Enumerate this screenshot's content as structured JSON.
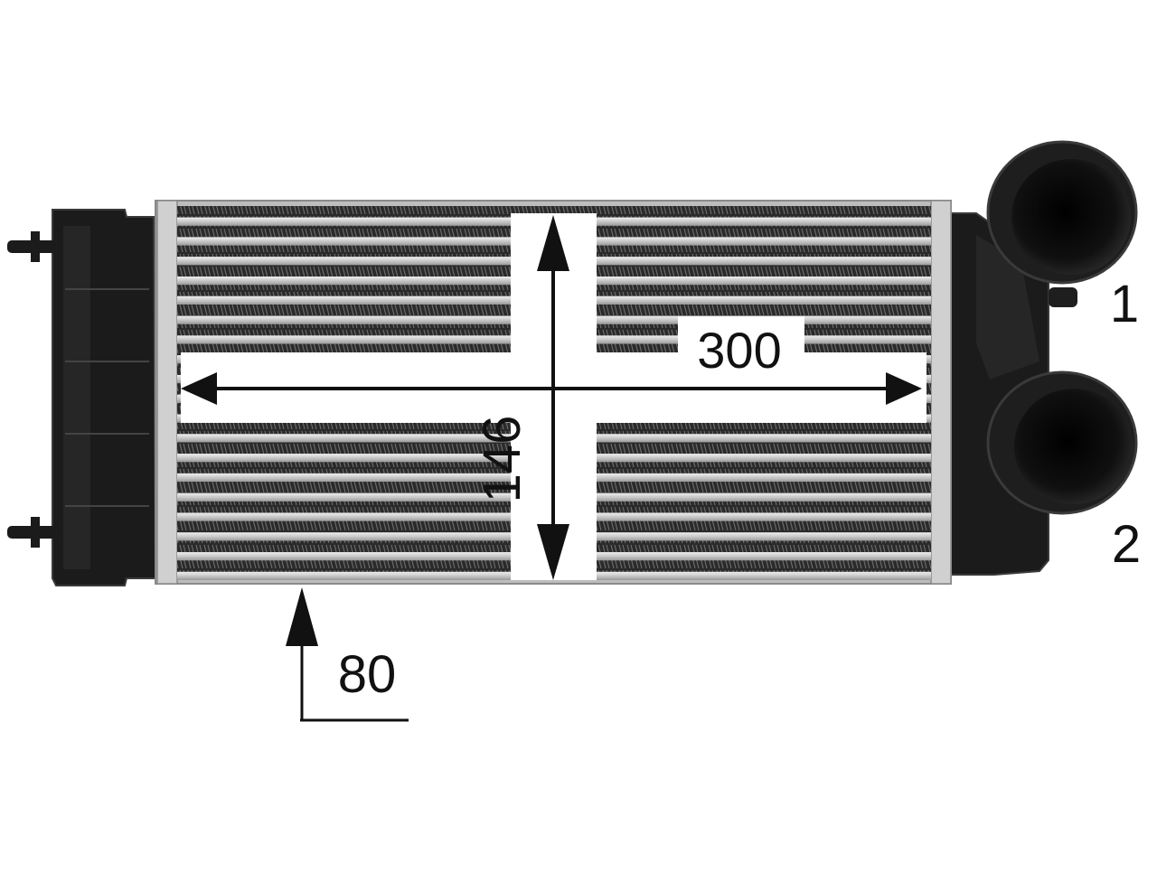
{
  "dimensions": {
    "width_label": "300",
    "height_label": "146",
    "depth_label": "80"
  },
  "ports": {
    "inlet_label": "1",
    "outlet_label": "2"
  },
  "colors": {
    "tank": "#1b1b1b",
    "tank_edge": "#3a3a3a",
    "tube": "#c9c9c9",
    "tube_highlight": "#e6e6e6",
    "fin": "#2a2a2a",
    "frame": "#bdbdbd",
    "arrow": "#111111",
    "label_bg": "#ffffff"
  },
  "tube_rows": 19
}
